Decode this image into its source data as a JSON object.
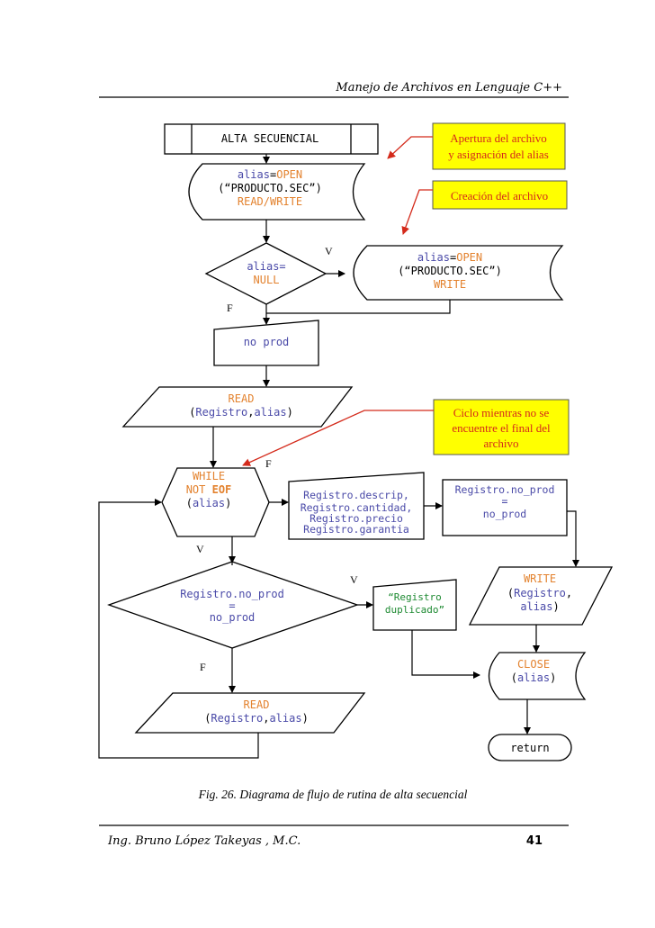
{
  "header": {
    "title": "Manejo de Archivos en Lenguaje C++"
  },
  "footer": {
    "author": "Ing. Bruno López Takeyas , M.C.",
    "page": "41"
  },
  "caption": "Fig. 26. Diagrama de flujo de rutina de alta secuencial",
  "colors": {
    "keyword": "#e3822e",
    "identifier": "#4a4aa8",
    "note_bg": "#ffff00",
    "note_text": "#d42a1b",
    "arrow_red": "#d42a1b",
    "line": "#000000"
  },
  "nodes": {
    "start": {
      "label": "ALTA SECUENCIAL"
    },
    "open_rw": {
      "l1a": "alias",
      "l1b": "=",
      "l1c": "OPEN",
      "l2": "(“PRODUCTO.SEC”)",
      "l3": "READ/WRITE"
    },
    "dec_null": {
      "l1": "alias=",
      "l2": "NULL"
    },
    "open_w": {
      "l1a": "alias",
      "l1b": "=",
      "l1c": "OPEN",
      "l2": "(“PRODUCTO.SEC”)",
      "l3": "WRITE"
    },
    "noprod": {
      "label": "no prod"
    },
    "read1": {
      "l1": "READ",
      "l2a": "(",
      "l2b": "Registro",
      "l2c": ",",
      "l2d": "alias",
      "l2e": ")"
    },
    "while": {
      "l1": "WHILE",
      "l2a": "NOT ",
      "l2b": "EOF",
      "l3a": "(",
      "l3b": "alias",
      "l3c": ")"
    },
    "assign": {
      "l1": "Registro.descrip,",
      "l2": "Registro.cantidad,",
      "l3": "Registro.precio",
      "l4": "Registro.garantia"
    },
    "cmp_box": {
      "l1": "Registro.no_prod",
      "l2": "=",
      "l3": "no_prod"
    },
    "dec_eq": {
      "l1": "Registro.no_prod",
      "l2": "=",
      "l3": "no_prod"
    },
    "dup": {
      "l1": "“Registro",
      "l2": "duplicado”"
    },
    "write": {
      "l1": "WRITE",
      "l2a": "(",
      "l2b": "Registro",
      "l2c": ",",
      "l3a": "alias",
      "l3b": ")"
    },
    "close": {
      "l1": "CLOSE",
      "l2a": "(",
      "l2b": "alias",
      "l2c": ")"
    },
    "read2": {
      "l1": "READ",
      "l2a": "(",
      "l2b": "Registro",
      "l2c": ",",
      "l2d": "alias",
      "l2e": ")"
    },
    "return": {
      "label": "return"
    }
  },
  "edge_labels": {
    "v1": "V",
    "f1": "F",
    "f2": "F",
    "v2": "V",
    "v3": "V",
    "f3": "F"
  },
  "notes": {
    "n1": {
      "l1": "Apertura del archivo",
      "l2": "y asignación del alias"
    },
    "n2": {
      "l1": "Creación del archivo"
    },
    "n3": {
      "l1": "Ciclo mientras no se",
      "l2": "encuentre el final del",
      "l3": "archivo"
    }
  }
}
